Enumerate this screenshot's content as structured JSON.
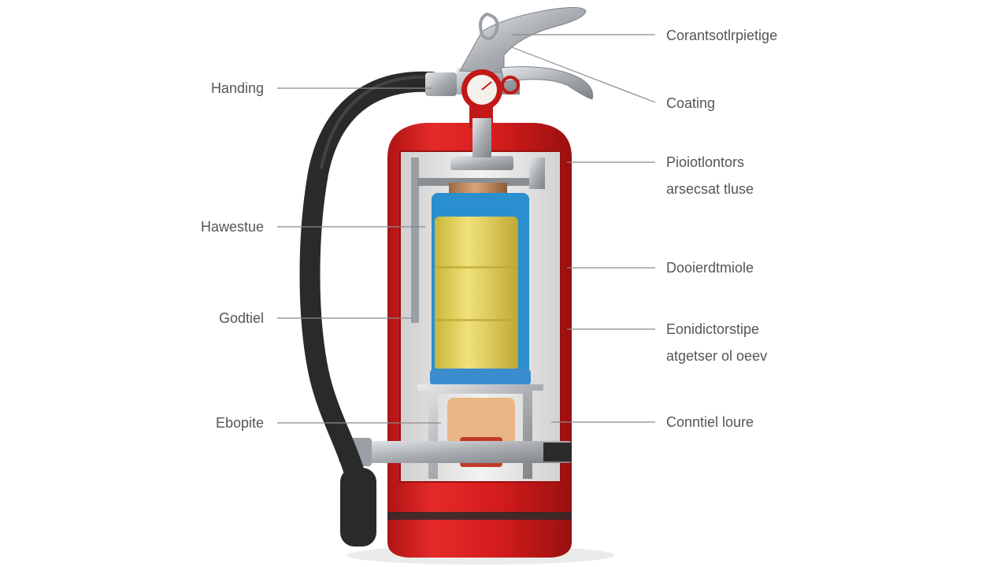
{
  "diagram": {
    "colors": {
      "body": "#d91c1c",
      "body_dark": "#a31212",
      "interior": "#e6e6e6",
      "hose": "#2a2a2a",
      "cartridge": "#e3d35a",
      "cartridge_band": "#2a8fcf",
      "metal": "#b9bcc0",
      "copper": "#c48a5c",
      "leader_line": "#8a8a8a",
      "label_text": "#555555"
    },
    "labels_left": [
      {
        "id": "handling",
        "lines": [
          "Handing"
        ]
      },
      {
        "id": "hawestue",
        "lines": [
          "Hawestue"
        ]
      },
      {
        "id": "godtiel",
        "lines": [
          "Godtiel"
        ]
      },
      {
        "id": "ebopile",
        "lines": [
          "Ebopite"
        ]
      }
    ],
    "labels_right": [
      {
        "id": "corantsot",
        "lines": [
          "Corantsotlrpietige"
        ]
      },
      {
        "id": "coating",
        "lines": [
          "Coating"
        ]
      },
      {
        "id": "pioiotlontors",
        "lines": [
          "Pioiotlontors",
          "arsecsat tluse"
        ]
      },
      {
        "id": "dooierdimble",
        "lines": [
          "Dooierdtmiole"
        ]
      },
      {
        "id": "eonidictorstipe",
        "lines": [
          "Eonidictorstipe",
          "atgetser ol oeev"
        ]
      },
      {
        "id": "conntiel",
        "lines": [
          "Conntiel loure"
        ]
      }
    ]
  }
}
